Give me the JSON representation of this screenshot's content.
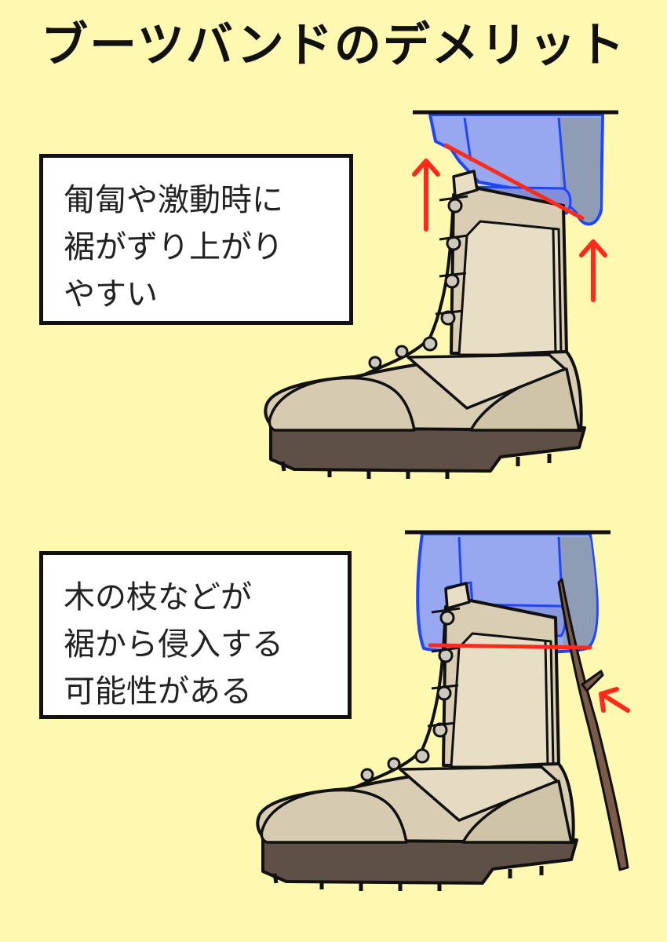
{
  "title": "ブーツバンドのデメリット",
  "panels": [
    {
      "caption_lines": [
        "匍匐や激動時に",
        "裾がずり上がり",
        "やすい"
      ]
    },
    {
      "caption_lines": [
        "木の枝などが",
        "裾から侵入する",
        "可能性がある"
      ]
    }
  ],
  "colors": {
    "background": "#fff8b0",
    "boot_leather": "#d9cdb4",
    "boot_canvas": "#e8dec6",
    "sole": "#5e5047",
    "trouser": "#98a8f0",
    "trouser_shadow": "#8f9cb5",
    "trouser_outline": "#1f45ff",
    "red_marker": "#ff2a1a",
    "branch": "#7a5a48"
  }
}
